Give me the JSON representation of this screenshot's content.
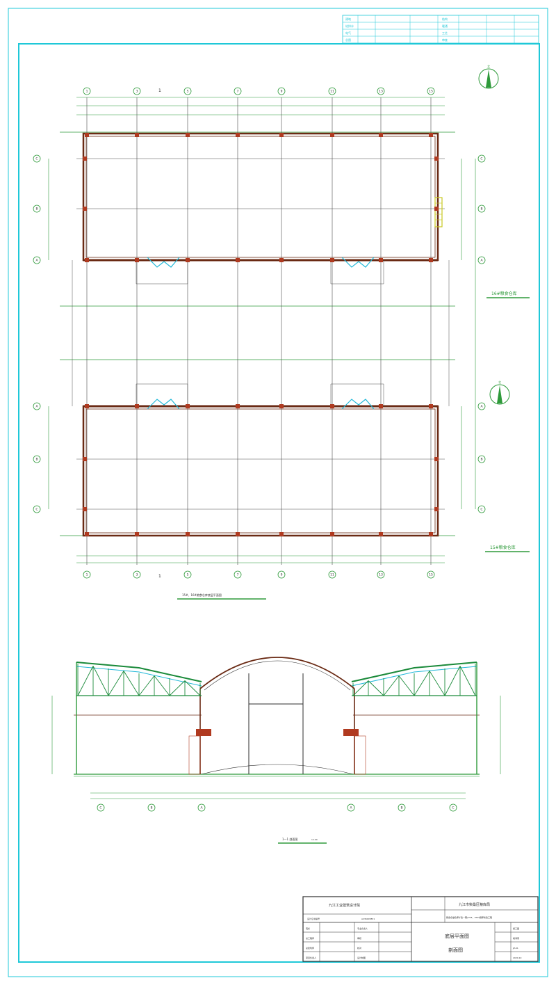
{
  "colors": {
    "frame": "#1fc8d8",
    "wall": "#6a2a14",
    "grid": "#4a4a4a",
    "dim": "#2e9a3a",
    "accent": "#b03a20",
    "cyan": "#20b8d8",
    "truss": "#1a8a3a",
    "stair": "#c8c820"
  },
  "plan_title": "15#、16#粮食仓库底层平面图",
  "section_title": "1—1 剖面图",
  "section_scale": "1:100",
  "section_mark": "1",
  "north_label": "北",
  "warehouse_label_top": "16#粮食仓库",
  "warehouse_label_bottom": "15#粮食仓库",
  "top_axes": [
    "1",
    "3",
    "5",
    "7",
    "9",
    "11",
    "13",
    "15"
  ],
  "left_axes_top": [
    "C",
    "B",
    "A"
  ],
  "left_axes_bottom": [
    "A",
    "B",
    "C"
  ],
  "section_axes": [
    "C",
    "B",
    "A",
    "A",
    "B",
    "C"
  ],
  "title_block": {
    "company": "九江工业建筑设计院",
    "cert_label": "设计证书编号",
    "cert_no": "A236005831",
    "client": "九江市柴桑区粮库局",
    "project": "柴桑仓储仓库扩建一期(15#、16#)粮库新建工程",
    "drawing_title_1": "底层平面图",
    "drawing_title_2": "剖面图",
    "drawing_no": "JZ-01",
    "date": "2020.10",
    "designer": "姚海南",
    "stage": "施工图",
    "rows": [
      {
        "role": "院长",
        "role2": "专业负责人"
      },
      {
        "role": "总工程师",
        "role2": "审核"
      },
      {
        "role": "总建筑师",
        "role2": "校对"
      },
      {
        "role": "项目负责人",
        "role2": "设计制图"
      }
    ]
  },
  "approval_block": {
    "rows": [
      {
        "left": "建筑",
        "right": "结构"
      },
      {
        "left": "给排水",
        "right": "暖通"
      },
      {
        "left": "电气",
        "right": "工艺"
      },
      {
        "left": "总图",
        "right": "审查"
      }
    ]
  }
}
